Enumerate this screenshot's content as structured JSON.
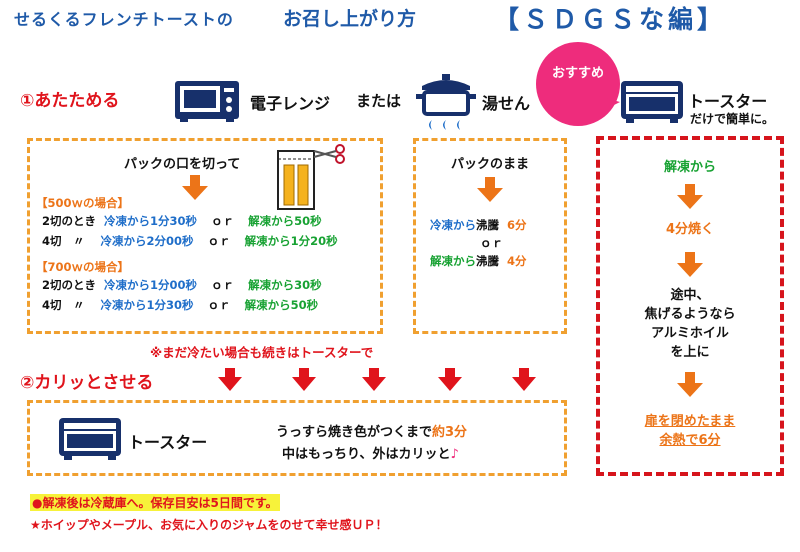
{
  "header": {
    "title_left": "せるくるフレンチトーストの",
    "title_mid": "お召し上がり方",
    "title_right": "【ＳＤＧＳな編】"
  },
  "step1": {
    "label": "①あたためる",
    "microwave": "電子レンジ",
    "or": "または",
    "boil": "湯せん",
    "toaster": "トースター",
    "toaster_note": "だけで簡単に。",
    "badge": "おすすめ"
  },
  "microwave_box": {
    "instruction": "パックの口を切って",
    "section_500": "【500ｗの場合】",
    "rows_500": [
      {
        "cut": "2切のとき",
        "frozen": "冷凍から1分30秒",
        "or": "ｏｒ",
        "thawed": "解凍から50秒"
      },
      {
        "cut": "4切　〃",
        "frozen": "冷凍から2分00秒",
        "or": "ｏｒ",
        "thawed": "解凍から1分20秒"
      }
    ],
    "section_700": "【700ｗの場合】",
    "rows_700": [
      {
        "cut": "2切のとき",
        "frozen": "冷凍から1分00秒",
        "or": "ｏｒ",
        "thawed": "解凍から30秒"
      },
      {
        "cut": "4切　〃",
        "frozen": "冷凍から1分30秒",
        "or": "ｏｒ",
        "thawed": "解凍から50秒"
      }
    ]
  },
  "boil_box": {
    "instruction": "パックのまま",
    "frozen_label": "冷凍から",
    "frozen_boil": "沸騰",
    "frozen_time": "6分",
    "or": "ｏｒ",
    "thawed_label": "解凍から",
    "thawed_boil": "沸騰",
    "thawed_time": "4分"
  },
  "toaster_box": {
    "s1": "解凍から",
    "s2": "4分焼く",
    "s3": [
      "途中、",
      "焦げるようなら",
      "アルミホイル",
      "を上に"
    ],
    "s4a": "扉を閉めたまま",
    "s4b_1": "余熱",
    "s4b_2": "で6分"
  },
  "cold_note": "※まだ冷たい場合も続きはトースターで",
  "step2": {
    "label": "②カリッとさせる",
    "toaster": "トースター",
    "line1_a": "うっすら焼き色がつくまで",
    "line1_b": "約3分",
    "line2": "中はもっちり、外はカリッと",
    "note_icon": "♪"
  },
  "footer": {
    "line1": "●解凍後は冷蔵庫へ。保存目安は5日間です。",
    "line2": "★ホイップやメープル、お気に入りのジャムをのせて幸せ感ＵＰ！"
  },
  "icons": [
    "microwave-icon",
    "pot-icon",
    "toaster-icon",
    "scissors-icon",
    "pack-icon",
    "down-arrow-icon"
  ],
  "colors": {
    "red": "#e0141c",
    "blue": "#1f6ec9",
    "green": "#18a233",
    "orange": "#ec7418",
    "title_blue": "#1f5aa8",
    "badge": "#ee2c7c",
    "highlight": "#f7f23a"
  }
}
